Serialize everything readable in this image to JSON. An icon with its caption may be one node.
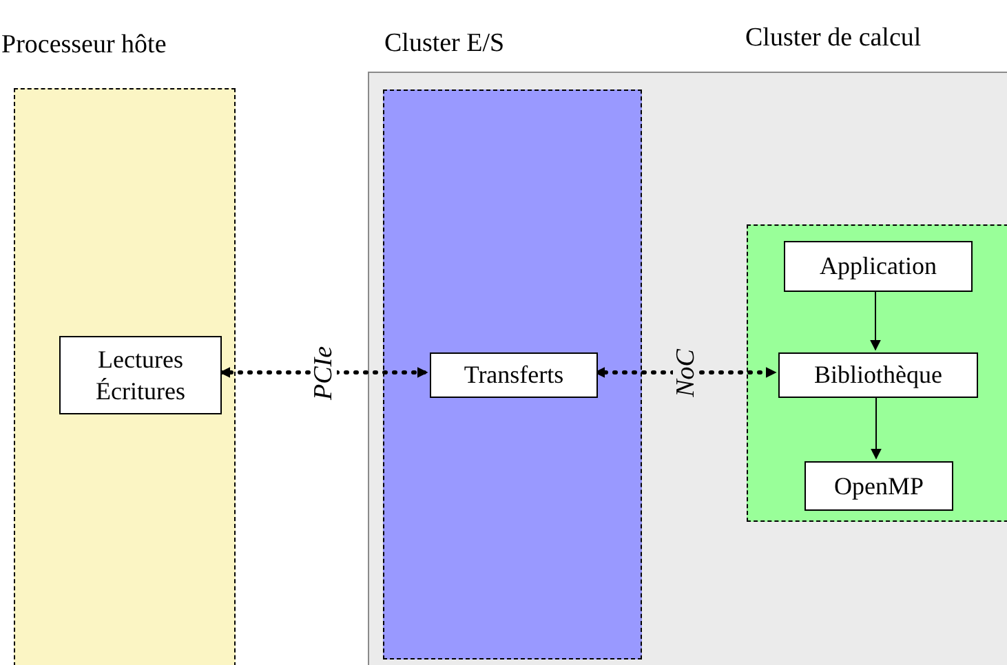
{
  "diagram": {
    "nodes": [
      {
        "text": [
          "Processeur hôte"
        ]
      },
      {
        "text": [
          "Lectures Écritures"
        ],
        "in": 0
      },
      {
        "text": [],
        "shape": "box"
      },
      {
        "text": [
          "Cluster E/S"
        ],
        "in": 2
      },
      {
        "text": [
          "Transferts"
        ],
        "in": 3
      },
      {
        "text": [],
        "shape": "box",
        "in": 2
      },
      {
        "text": [
          "Application"
        ],
        "in": 5
      },
      {
        "text": [
          "Bibliothèque"
        ],
        "in": 5
      },
      {
        "text": [
          "OpenMP"
        ],
        "in": 5
      }
    ],
    "edges": [
      {
        "from": 1,
        "to": 4,
        "arrow": "both",
        "label": "PCIe",
        "style": "dashed"
      },
      {
        "from": 4,
        "to": 7,
        "arrow": "both",
        "label": "NoC",
        "style": "dashed"
      },
      {
        "from": 6,
        "to": 7,
        "arrow": "to"
      },
      {
        "from": 7,
        "to": 8,
        "arrow": "to"
      }
    ],
    "labels": [
      "Cluster de calcul"
    ]
  }
}
